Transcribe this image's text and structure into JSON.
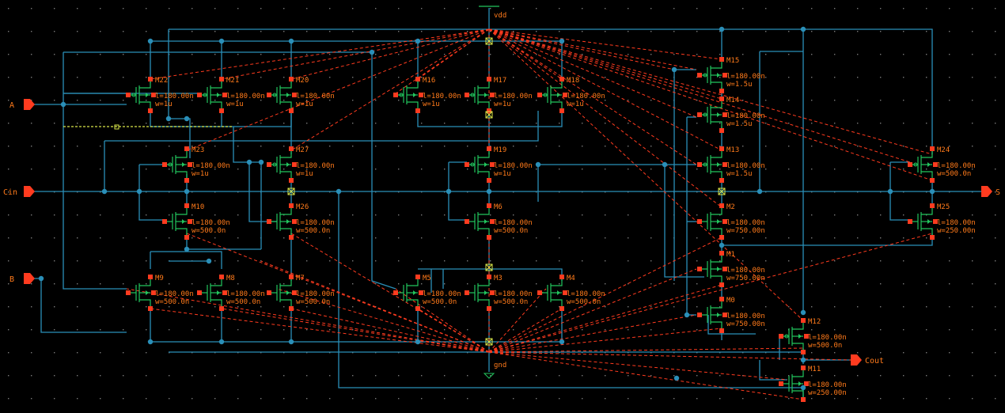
{
  "colors": {
    "background": "#000000",
    "grid_dot": "#7a7a7a",
    "wire": "#2a8fb8",
    "dot": "#2a8fb8",
    "transistor": "#22c55e",
    "pin_square": "#ff3b1f",
    "label": "#ff7a1a",
    "ratsnest": "#ff3b1f",
    "port": "#ff3b1f",
    "cross_marker": "#d9e64a",
    "selection": "#d9e64a"
  },
  "rails": {
    "vdd": "vdd",
    "gnd": "gnd"
  },
  "ports": [
    {
      "id": "A",
      "label": "A",
      "dir": "in"
    },
    {
      "id": "Cin",
      "label": "Cin",
      "dir": "in"
    },
    {
      "id": "B",
      "label": "B",
      "dir": "in"
    },
    {
      "id": "S",
      "label": "S",
      "dir": "out"
    },
    {
      "id": "Cout",
      "label": "Cout",
      "dir": "out"
    }
  ],
  "transistors": [
    {
      "name": "M22",
      "type": "p",
      "l": "l=180.00n",
      "w": "w=1u"
    },
    {
      "name": "M21",
      "type": "p",
      "l": "l=180.00n",
      "w": "w=1u"
    },
    {
      "name": "M20",
      "type": "p",
      "l": "l=180.00n",
      "w": "w=1u"
    },
    {
      "name": "M16",
      "type": "p",
      "l": "l=180.00n",
      "w": "w=1u"
    },
    {
      "name": "M17",
      "type": "p",
      "l": "l=180.00n",
      "w": "w=1u"
    },
    {
      "name": "M18",
      "type": "p",
      "l": "l=180.00n",
      "w": "w=1u"
    },
    {
      "name": "M15",
      "type": "p",
      "l": "l=180.00n",
      "w": "w=1.5u"
    },
    {
      "name": "M14",
      "type": "p",
      "l": "l=180.00n",
      "w": "w=1.5u"
    },
    {
      "name": "M13",
      "type": "p",
      "l": "l=180.00n",
      "w": "w=1.5u"
    },
    {
      "name": "M23",
      "type": "p",
      "l": "l=180.00n",
      "w": "w=1u"
    },
    {
      "name": "M27",
      "type": "p",
      "l": "l=180.00n",
      "w": "w=1u"
    },
    {
      "name": "M19",
      "type": "p",
      "l": "l=180.00n",
      "w": "w=1u"
    },
    {
      "name": "M24",
      "type": "p",
      "l": "l=180.00n",
      "w": "w=500.0n"
    },
    {
      "name": "M10",
      "type": "n",
      "l": "l=180.00n",
      "w": "w=500.0n"
    },
    {
      "name": "M26",
      "type": "n",
      "l": "l=180.00n",
      "w": "w=500.0n"
    },
    {
      "name": "M6",
      "type": "n",
      "l": "l=180.00n",
      "w": "w=500.0n"
    },
    {
      "name": "M2",
      "type": "n",
      "l": "l=180.00n",
      "w": "w=750.00n"
    },
    {
      "name": "M25",
      "type": "n",
      "l": "l=180.00n",
      "w": "w=250.00n"
    },
    {
      "name": "M1",
      "type": "n",
      "l": "l=180.00n",
      "w": "w=750.00n"
    },
    {
      "name": "M9",
      "type": "n",
      "l": "l=180.00n",
      "w": "w=500.0n"
    },
    {
      "name": "M8",
      "type": "n",
      "l": "l=180.00n",
      "w": "w=500.0n"
    },
    {
      "name": "M7",
      "type": "n",
      "l": "l=180.00n",
      "w": "w=500.0n"
    },
    {
      "name": "M5",
      "type": "n",
      "l": "l=180.00n",
      "w": "w=500.0n"
    },
    {
      "name": "M3",
      "type": "n",
      "l": "l=180.00n",
      "w": "w=500.0n"
    },
    {
      "name": "M4",
      "type": "n",
      "l": "l=180.00n",
      "w": "w=500.0n"
    },
    {
      "name": "M0",
      "type": "n",
      "l": "l=180.00n",
      "w": "w=750.00n"
    },
    {
      "name": "M12",
      "type": "p",
      "l": "l=180.00n",
      "w": "w=500.0n"
    },
    {
      "name": "M11",
      "type": "n",
      "l": "l=180.00n",
      "w": "w=250.00n"
    }
  ]
}
